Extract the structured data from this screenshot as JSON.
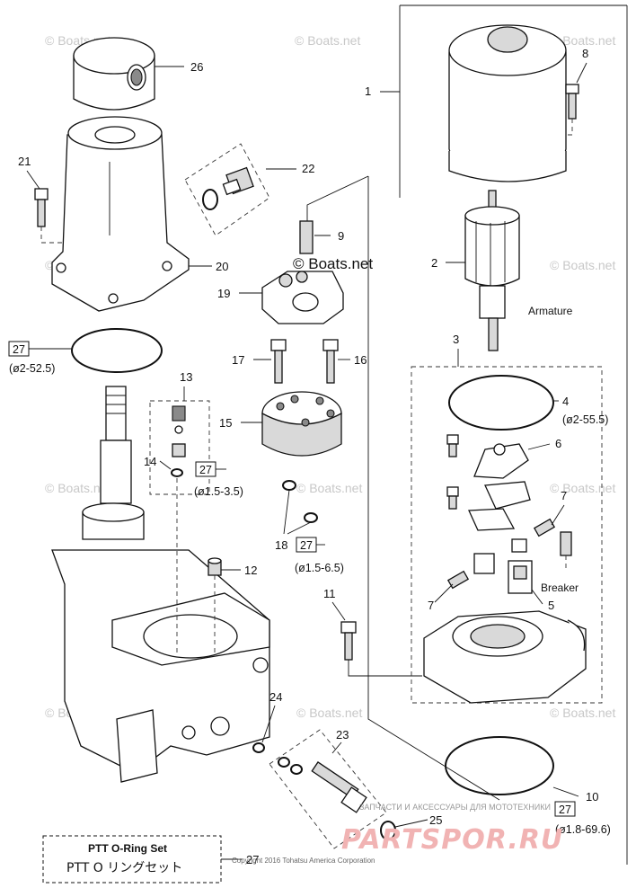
{
  "watermarks": {
    "boats": "© Boats.net",
    "boats_center": "© Boats.net",
    "copyright": "Copyright 2016 Tohatsu America Corporation",
    "ru_parts": "ЗАПЧАСТИ И АКСЕССУАРЫ ДЛЯ МОТОТЕХНИКИ",
    "brand": "PARTSPOR.RU"
  },
  "callouts": {
    "c1": "1",
    "c2": "2",
    "c3": "3",
    "c4": "4",
    "c5": "5",
    "c6": "6",
    "c7a": "7",
    "c7b": "7",
    "c8": "8",
    "c9": "9",
    "c10": "10",
    "c11": "11",
    "c12": "12",
    "c13": "13",
    "c14": "14",
    "c15": "15",
    "c16": "16",
    "c17": "17",
    "c18": "18",
    "c19": "19",
    "c20": "20",
    "c21": "21",
    "c22": "22",
    "c23": "23",
    "c24": "24",
    "c25": "25",
    "c26": "26",
    "c27": "27"
  },
  "boxed_refs": {
    "b27_a": "27",
    "b27_b": "27",
    "b27_c": "27",
    "b27_d": "27"
  },
  "specs": {
    "s_52_5": "(ø2-52.5)",
    "s_3_5": "(ø1.5-3.5)",
    "s_6_5": "(ø1.5-6.5)",
    "s_55_5": "(ø2-55.5)",
    "s_69_6": "(ø1.8-69.6)"
  },
  "labels": {
    "armature": "Armature",
    "breaker": "Breaker"
  },
  "legend": {
    "title": "PTT O-Ring Set",
    "subtitle": "PTT O リングセット"
  }
}
